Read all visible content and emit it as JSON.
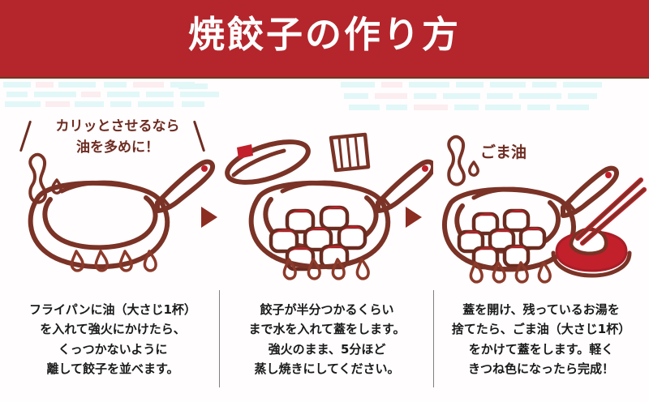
{
  "banner": {
    "title": "焼餃子の作り方",
    "background_color": "#b4262c",
    "text_color": "#ffffff",
    "edge_color": "#6e3a23"
  },
  "callout": {
    "lines": [
      "カリッとさせるなら",
      "油を多めに！"
    ],
    "color": "#6e2c22"
  },
  "ink": {
    "outline_color": "#7a3326",
    "accent_color": "#c2202b",
    "flame_color": "#8c3a2a"
  },
  "arrows": {
    "glyph_name": "play-triangle-right",
    "color": "#8c2d22",
    "count": 2
  },
  "steps": [
    {
      "index": "1",
      "illustration": "frying-pan-with-oil-bottle",
      "label": "",
      "caption_lines": [
        "フライパンに油（大さじ1杯）",
        "を入れて強火にかけたら、",
        "くっつかないように",
        "離して餃子を並べます。"
      ]
    },
    {
      "index": "2",
      "illustration": "frying-pan-with-gyoza-lid-and-measuring-cup",
      "label": "",
      "caption_lines": [
        "餃子が半分つかるくらい",
        "まで水を入れて蓋をします。",
        "強火のまま、5分ほど",
        "蒸し焼きにしてください。"
      ]
    },
    {
      "index": "3",
      "illustration": "frying-pan-with-gyoza-sesame-oil-and-chopsticks",
      "label": "ごま油",
      "caption_lines": [
        "蓋を開け、残っているお湯を",
        "捨てたら、ごま油（大さじ1杯）",
        "をかけて蓋をします。軽く",
        "きつね色になったら完成！"
      ]
    }
  ]
}
